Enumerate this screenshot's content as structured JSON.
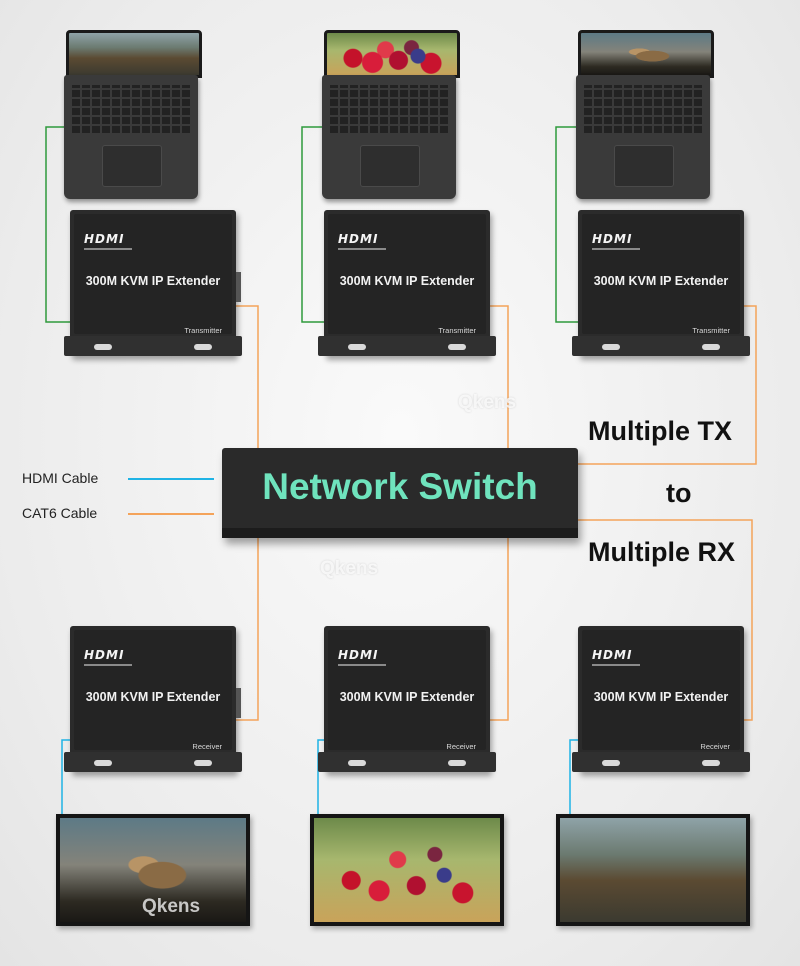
{
  "extender": {
    "brand": "HDMI",
    "model": "300M KVM IP Extender",
    "tx_role": "Transmitter",
    "rx_role": "Receiver"
  },
  "network_switch": {
    "label": "Network Switch"
  },
  "legend": {
    "hdmi": {
      "label": "HDMI Cable",
      "color": "#1fb3e5"
    },
    "cat6": {
      "label": "CAT6 Cable",
      "color": "#f4a35a"
    }
  },
  "tagline": {
    "line1": "Multiple TX",
    "line2": "to",
    "line3": "Multiple RX"
  },
  "watermark": "Qkens",
  "colors": {
    "usb_cable": "#2e9a3c",
    "switch_text": "#6fe3bd"
  },
  "scenes": {
    "tx": [
      "game",
      "fruit",
      "squirrel"
    ],
    "rx": [
      "squirrel",
      "fruit",
      "game"
    ]
  }
}
